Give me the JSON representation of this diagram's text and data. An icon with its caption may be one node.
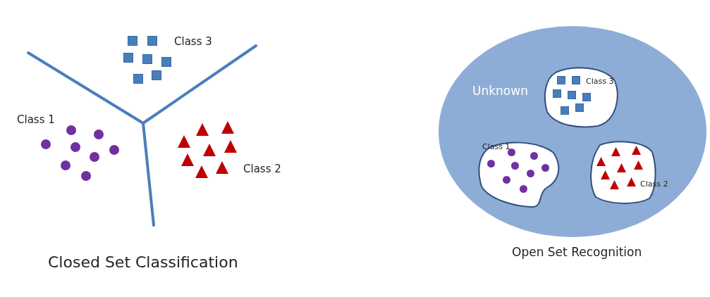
{
  "diagram": {
    "nodes": [
      {
        "text": [
          "Unknown"
        ]
      },
      {
        "text": [
          "Class 3"
        ],
        "in": 0
      },
      {
        "text": [
          "Class 1"
        ],
        "in": 0
      },
      {
        "text": [
          "Class 2"
        ],
        "in": 0
      }
    ],
    "labels": [
      "Class 3",
      "Class 1",
      "Class 2",
      "Closed Set Classification",
      "Open Set Recognition"
    ]
  }
}
